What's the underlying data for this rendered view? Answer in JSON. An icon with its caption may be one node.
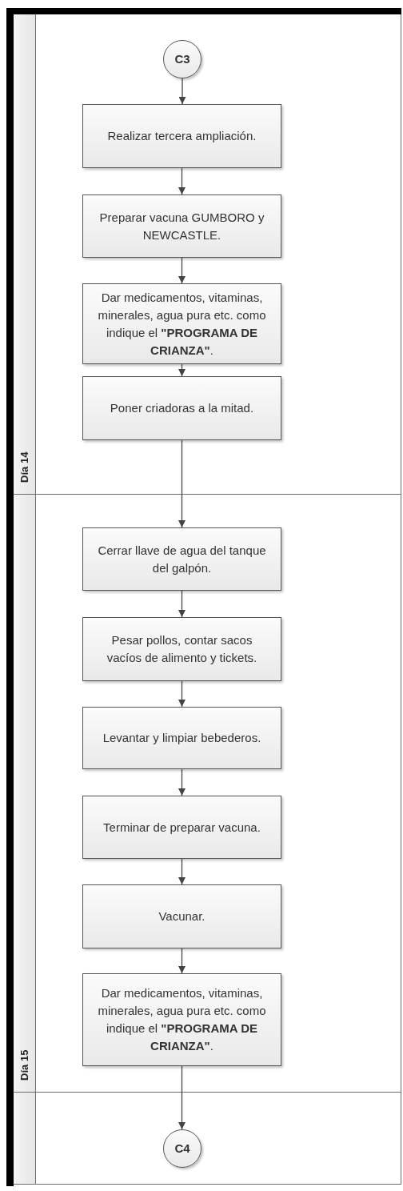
{
  "diagram": {
    "nodes": [
      {
        "text": [
          "Día 14"
        ]
      },
      {
        "text": [
          "C3"
        ],
        "in": 0
      },
      {
        "text": [
          "Realizar tercera ampliación."
        ],
        "in": 0
      },
      {
        "text": [
          "Preparar vacuna GUMBORO y NEWCASTLE."
        ],
        "in": 0
      },
      {
        "text": [
          "Dar medicamentos, vitaminas, minerales, agua pura etc. como indique el **\"PROGRAMA DE CRIANZA\"**."
        ],
        "in": 0
      },
      {
        "text": [
          "Poner criadoras a la mitad."
        ],
        "in": 0
      },
      {
        "text": [
          "Día 15"
        ]
      },
      {
        "text": [
          "Cerrar llave de agua del tanque del galpón."
        ],
        "in": 6
      },
      {
        "text": [
          "Pesar pollos, contar sacos vacíos de alimento y tickets."
        ],
        "in": 6
      },
      {
        "text": [
          "Levantar y limpiar bebederos."
        ],
        "in": 6
      },
      {
        "text": [
          "Terminar de preparar vacuna."
        ],
        "in": 6
      },
      {
        "text": [
          "Vacunar."
        ],
        "in": 6
      },
      {
        "text": [
          "Dar medicamentos, vitaminas, minerales, agua pura etc. como indique el **\"PROGRAMA DE CRIANZA\"**."
        ],
        "in": 6
      },
      {
        "text": [],
        "shape": "box"
      },
      {
        "text": [
          "C4"
        ],
        "in": 13
      }
    ],
    "edges": [
      {
        "from": 1,
        "to": 2,
        "arrow": "to"
      },
      {
        "from": 2,
        "to": 3,
        "arrow": "to"
      },
      {
        "from": 3,
        "to": 4,
        "arrow": "to"
      },
      {
        "from": 4,
        "to": 5,
        "arrow": "to"
      },
      {
        "from": 5,
        "to": 7,
        "arrow": "to"
      },
      {
        "from": 7,
        "to": 8,
        "arrow": "to"
      },
      {
        "from": 8,
        "to": 9,
        "arrow": "to"
      },
      {
        "from": 9,
        "to": 10,
        "arrow": "to"
      },
      {
        "from": 10,
        "to": 11,
        "arrow": "to"
      },
      {
        "from": 11,
        "to": 12,
        "arrow": "to"
      },
      {
        "from": 12,
        "to": 14,
        "arrow": "to"
      }
    ]
  }
}
